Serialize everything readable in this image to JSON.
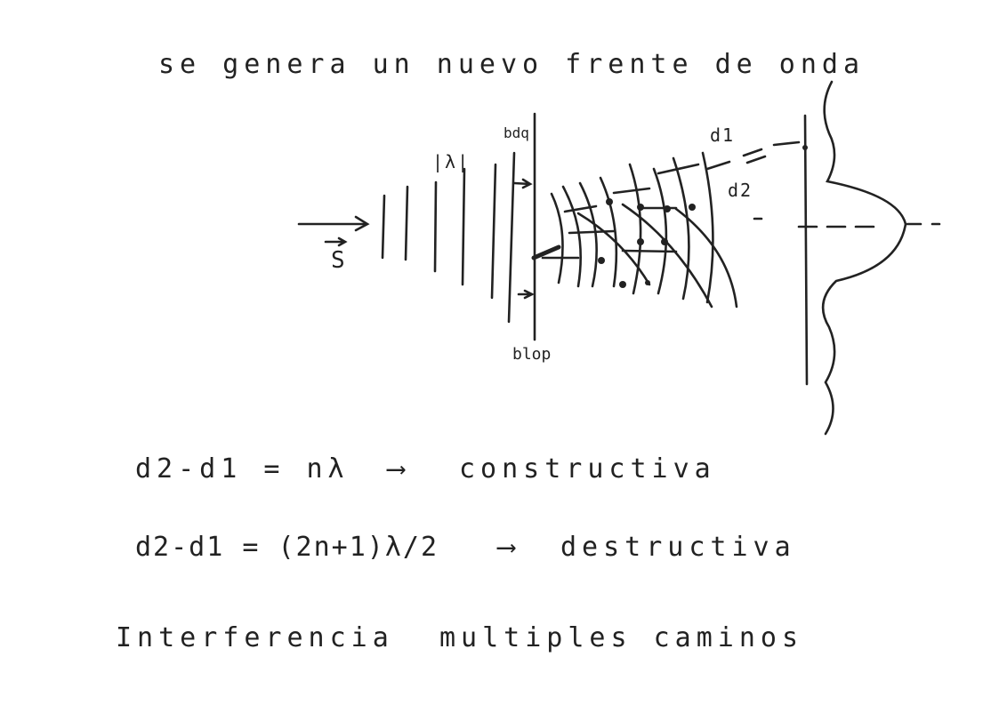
{
  "heading": "se genera un nuevo frente de onda",
  "diagram": {
    "source_label": "S",
    "wavelength_label": "|λ|",
    "top_slit_label": "bdq",
    "bottom_slit_label": "blop",
    "d1_label": "d1",
    "d2_label": "d2"
  },
  "equations": [
    {
      "lhs": "d2-d1 = nλ",
      "result": "constructiva"
    },
    {
      "lhs": "d2-d1 = (2n+1)λ/2",
      "result": "destructiva"
    }
  ],
  "footer": {
    "left": "Interferencia",
    "right": "multiples caminos"
  }
}
